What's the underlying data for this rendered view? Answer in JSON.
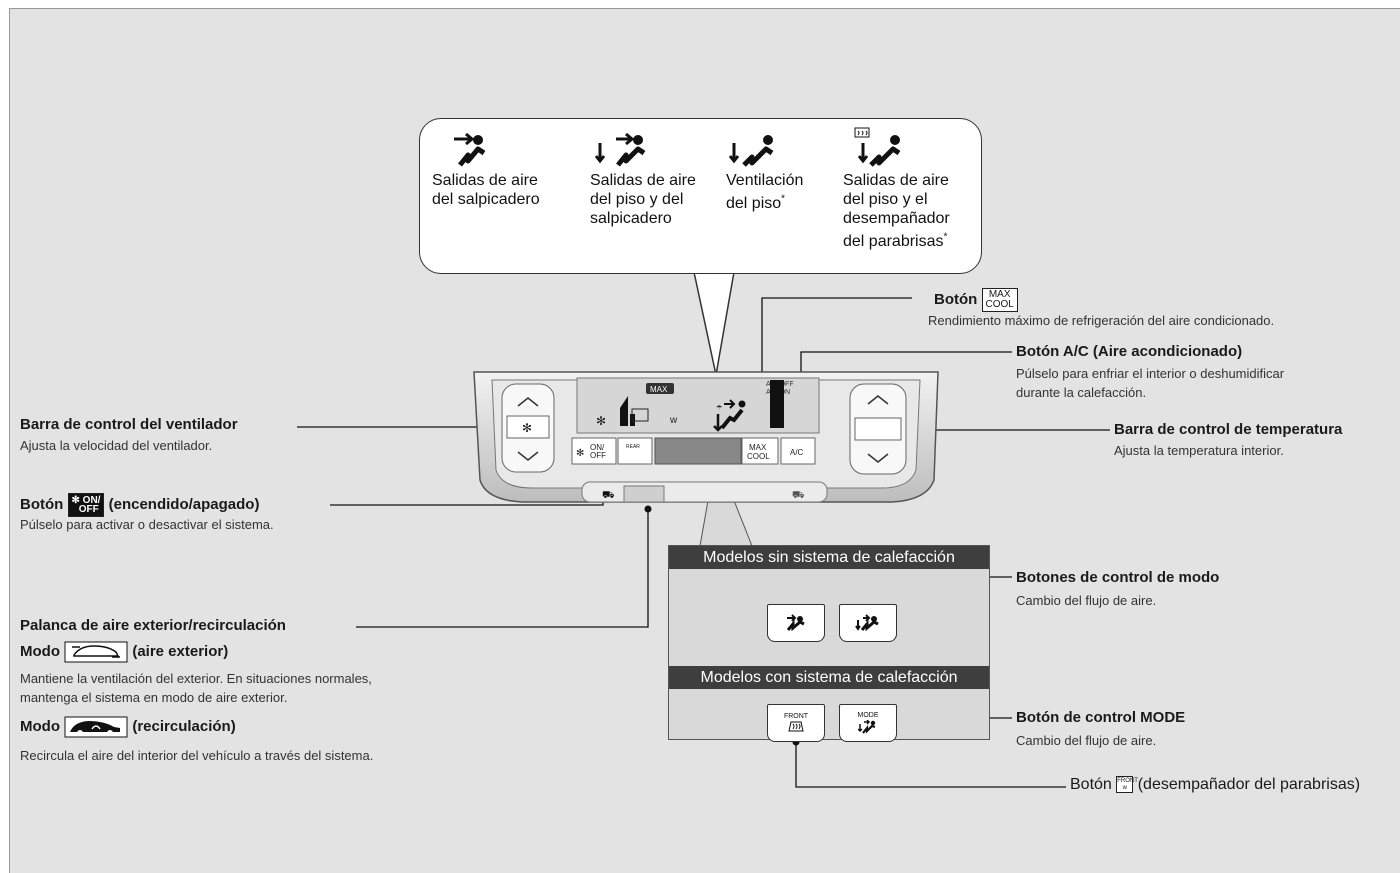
{
  "bubble": {
    "vents": [
      {
        "icon": "dash-vent-icon",
        "label": "Salidas de aire\ndel salpicadero",
        "asterisk": false
      },
      {
        "icon": "floor-dash-vent-icon",
        "label": "Salidas de aire\ndel piso y del\nsalpicadero",
        "asterisk": false
      },
      {
        "icon": "floor-vent-icon",
        "label": "Ventilación\ndel piso",
        "asterisk": true
      },
      {
        "icon": "floor-defrost-vent-icon",
        "label": "Salidas de aire\ndel piso y el\ndesempañador\ndel parabrisas",
        "asterisk": true
      }
    ],
    "asterisk": "*"
  },
  "callouts": {
    "max_cool": {
      "title_prefix": "Botón",
      "key": [
        "MAX",
        "COOL"
      ],
      "desc": "Rendimiento máximo de refrigeración del aire condicionado."
    },
    "ac": {
      "title": "Botón A/C (Aire acondicionado)",
      "desc1": "Púlselo para enfriar el interior o deshumidificar",
      "desc2": "durante la calefacción."
    },
    "fan": {
      "title": "Barra de control del ventilador",
      "desc": "Ajusta la velocidad del ventilador."
    },
    "temp": {
      "title": "Barra de control de temperatura",
      "desc": "Ajusta la temperatura interior."
    },
    "onoff": {
      "title_prefix": "Botón",
      "key": [
        "ON/",
        "OFF"
      ],
      "title_suffix": "(encendido/apagado)",
      "desc": "Púlselo para activar o desactivar el sistema."
    },
    "lever": {
      "title": "Palanca de aire exterior/recirculación"
    },
    "outside": {
      "title_prefix": "Modo",
      "title_suffix": "(aire exterior)",
      "desc1": "Mantiene la ventilación del exterior. En situaciones normales,",
      "desc2": "mantenga el sistema en modo de aire exterior."
    },
    "recirc": {
      "title_prefix": "Modo",
      "title_suffix": "(recirculación)",
      "desc": "Recircula el aire del interior del vehículo a través del sistema."
    },
    "mode_buttons": {
      "title": "Botones de control de modo",
      "desc": "Cambio del flujo de aire."
    },
    "mode_button": {
      "title": "Botón de control MODE",
      "desc": "Cambio del flujo de aire."
    },
    "defrost": {
      "prefix": "Botón",
      "key": [
        "FRONT"
      ],
      "suffix": "(desempañador del parabrisas)"
    }
  },
  "inset": {
    "header_without": "Modelos sin sistema de calefacción",
    "header_with": "Modelos con sistema de calefacción",
    "front_cap": "FRONT",
    "mode_cap": "MODE"
  },
  "console": {
    "display_max": "MAX",
    "ac_off": "A/C OFF",
    "ac_on": "A/C ON",
    "on_off": [
      "ON/",
      "OFF"
    ],
    "rear": "REAR",
    "max_cool": [
      "MAX",
      "COOL"
    ],
    "ac": "A/C"
  },
  "colors": {
    "background": "#e3e3e3",
    "band": "#3e3e3e",
    "line": "#111111"
  }
}
